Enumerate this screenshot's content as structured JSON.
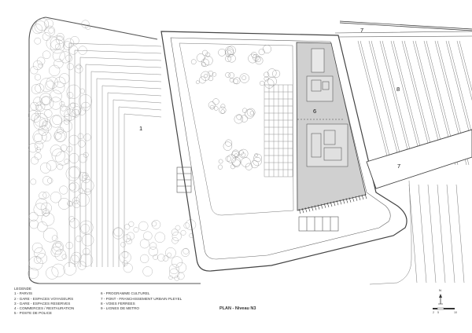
{
  "zones": [
    {
      "num": "1"
    },
    {
      "num": "6"
    },
    {
      "num": "7"
    },
    {
      "num": "7"
    },
    {
      "num": "8"
    }
  ],
  "legend": {
    "title": "LEGENDE",
    "items": [
      "1 - PARVIS",
      "2 - GARE - ESPACES VOYAGEURS",
      "3 - GARE - ESPACES RESERVES",
      "4 - COMMERCES / RESTAURATION",
      "5 - POSTE DE POLICE",
      "6 - PROGRAMME CULTUREL",
      "7 - PONT - FRANCHISSEMENT URBAIN PLEYEL",
      "8 - VOIES FERREES",
      "9 - LIGNES DE METRO"
    ]
  },
  "plan_title": "PLAN - Niveau N3",
  "north_label": "N",
  "scale_labels": [
    "2",
    "5",
    "10"
  ],
  "colors": {
    "line": "#7a7a7a",
    "dark_line": "#3a3a3a",
    "building_fill": "#cfcfcf",
    "tree": "#9a9a9a"
  }
}
